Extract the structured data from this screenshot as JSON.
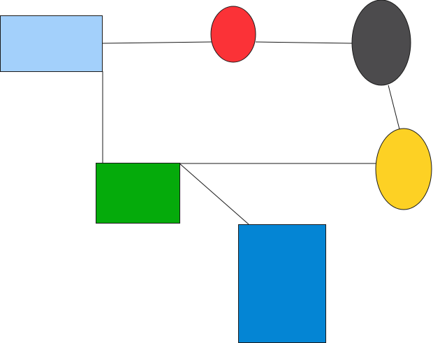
{
  "diagram": {
    "nodes": [
      {
        "id": "light-blue-rect",
        "shape": "rectangle",
        "color": "#a3d0fb"
      },
      {
        "id": "red-circle",
        "shape": "ellipse",
        "color": "#fb3237"
      },
      {
        "id": "dark-gray-ellipse",
        "shape": "ellipse",
        "color": "#4c4b4d"
      },
      {
        "id": "yellow-ellipse",
        "shape": "ellipse",
        "color": "#fdd124"
      },
      {
        "id": "green-rect",
        "shape": "rectangle",
        "color": "#05ab0b"
      },
      {
        "id": "blue-rect",
        "shape": "rectangle",
        "color": "#0485d4"
      }
    ],
    "edges": [
      {
        "from": "light-blue-rect",
        "to": "red-circle"
      },
      {
        "from": "red-circle",
        "to": "dark-gray-ellipse"
      },
      {
        "from": "dark-gray-ellipse",
        "to": "yellow-ellipse"
      },
      {
        "from": "light-blue-rect",
        "to": "green-rect"
      },
      {
        "from": "green-rect",
        "to": "yellow-ellipse"
      },
      {
        "from": "green-rect",
        "to": "blue-rect"
      }
    ]
  }
}
